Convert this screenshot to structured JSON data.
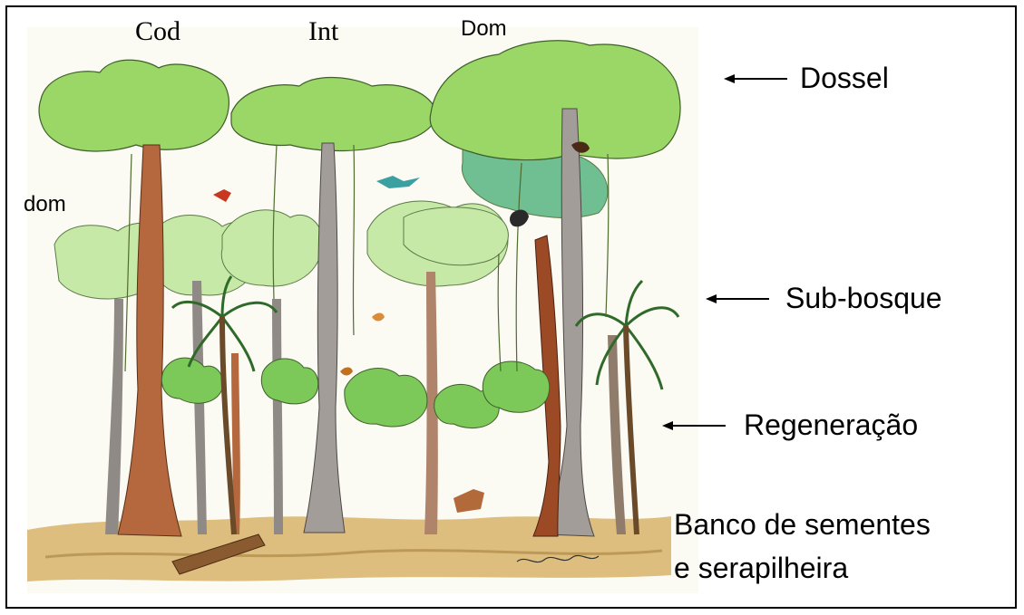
{
  "illustration": {
    "crown_labels": {
      "codominant": "Cod",
      "intermediate": "Int",
      "dominant": "Dom"
    },
    "side_label": "dom"
  },
  "strata": [
    {
      "label": "Dossel"
    },
    {
      "label": "Sub-bosque"
    },
    {
      "label": "Regeneração"
    },
    {
      "label": "Banco de sementes",
      "label_line2": "e serapilheira"
    }
  ],
  "colors": {
    "canopy_light": "#9ad766",
    "canopy_pale": "#c7e9a8",
    "canopy_teal": "#6fbf92",
    "trunk_brown": "#b5673e",
    "trunk_grey": "#a39d9a",
    "ground": "#d7b36a",
    "frame": "#000000"
  }
}
